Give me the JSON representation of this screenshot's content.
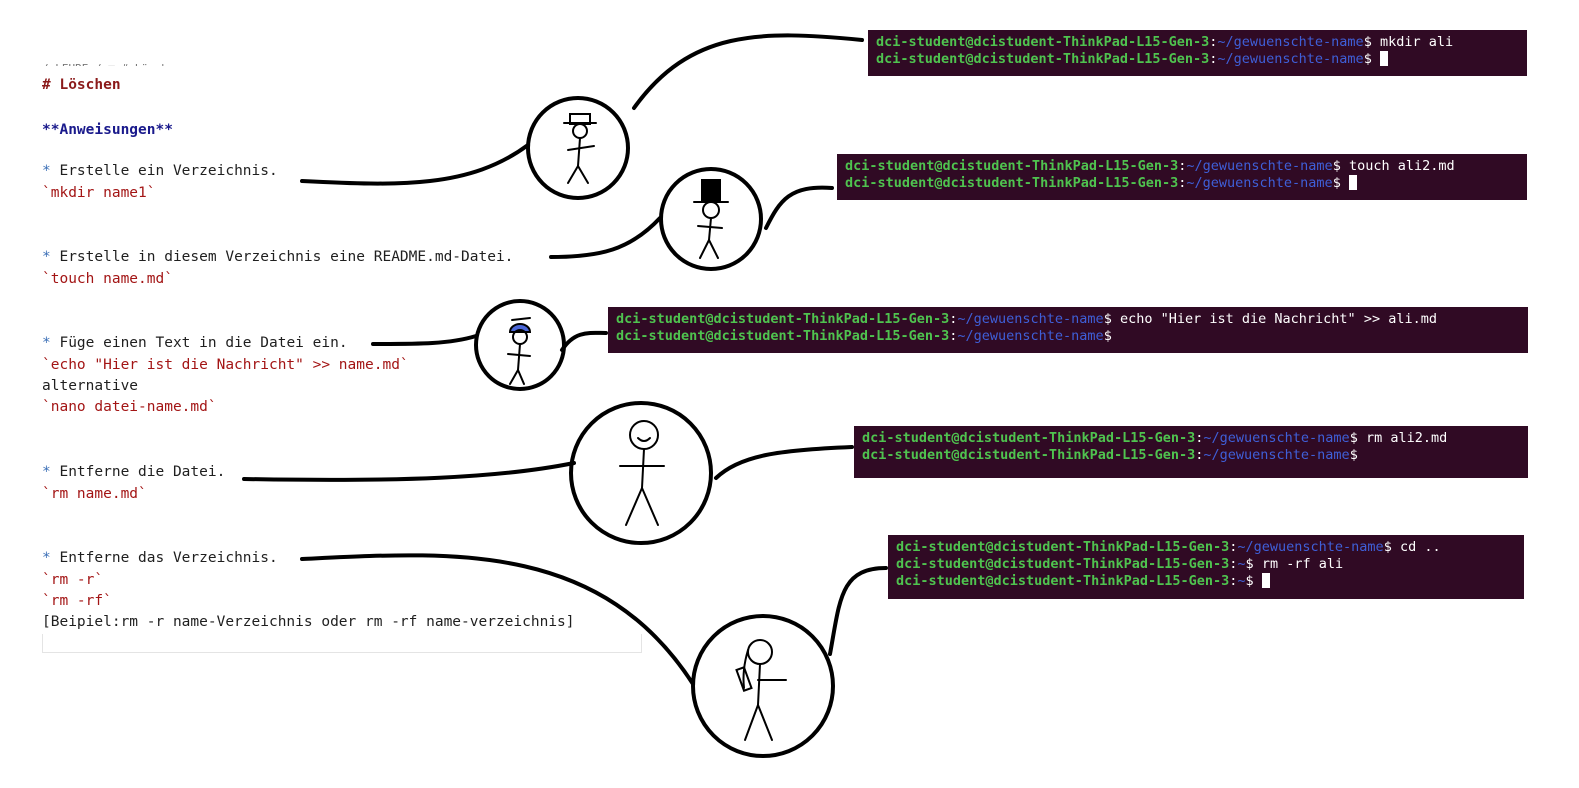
{
  "notes": {
    "breadcrumb": "/ LEHRE / ■ # Löschen",
    "heading": "# Löschen",
    "instructions_label": "**Anweisungen**",
    "steps": [
      {
        "bullet": "*",
        "text": "Erstelle ein Verzeichnis.",
        "code": "`mkdir name1`"
      },
      {
        "bullet": "*",
        "text": "Erstelle in diesem Verzeichnis eine README.md-Datei.",
        "code": "`touch name.md`"
      },
      {
        "bullet": "*",
        "text": "Füge einen Text in die Datei ein.",
        "code": "`echo \"Hier ist die Nachricht\" >> name.md`",
        "alt_label": "alternative",
        "alt_code": "`nano datei-name.md`"
      },
      {
        "bullet": "*",
        "text": "Entferne die Datei.",
        "code": "`rm name.md`"
      },
      {
        "bullet": "*",
        "text": "Entferne das Verzeichnis.",
        "code": "`rm -r`",
        "code2": "`rm -rf`",
        "example": "[Beipiel:rm -r name-Verzeichnis oder rm -rf name-verzeichnis]"
      }
    ]
  },
  "terminals": [
    {
      "lines": [
        {
          "user": "dci-student@dcistudent-ThinkPad-L15-Gen-3",
          "path": "~/gewuenschte-name",
          "prompt": "$",
          "cmd": "mkdir ali"
        },
        {
          "user": "dci-student@dcistudent-ThinkPad-L15-Gen-3",
          "path": "~/gewuenschte-name",
          "prompt": "$",
          "cmd": ""
        }
      ]
    },
    {
      "lines": [
        {
          "user": "dci-student@dcistudent-ThinkPad-L15-Gen-3",
          "path": "~/gewuenschte-name",
          "prompt": "$",
          "cmd": "touch ali2.md"
        },
        {
          "user": "dci-student@dcistudent-ThinkPad-L15-Gen-3",
          "path": "~/gewuenschte-name",
          "prompt": "$",
          "cmd": ""
        }
      ]
    },
    {
      "lines": [
        {
          "user": "dci-student@dcistudent-ThinkPad-L15-Gen-3",
          "path": "~/gewuenschte-name",
          "prompt": "$",
          "cmd": "echo \"Hier ist die Nachricht\" >> ali.md"
        },
        {
          "user": "dci-student@dcistudent-ThinkPad-L15-Gen-3",
          "path": "~/gewuenschte-name",
          "prompt": "$",
          "cmd": ""
        }
      ]
    },
    {
      "lines": [
        {
          "user": "dci-student@dcistudent-ThinkPad-L15-Gen-3",
          "path": "~/gewuenschte-name",
          "prompt": "$",
          "cmd": "rm ali2.md"
        },
        {
          "user": "dci-student@dcistudent-ThinkPad-L15-Gen-3",
          "path": "~/gewuenschte-name",
          "prompt": "$",
          "cmd": ""
        }
      ]
    },
    {
      "lines": [
        {
          "user": "dci-student@dcistudent-ThinkPad-L15-Gen-3",
          "path": "~/gewuenschte-name",
          "prompt": "$",
          "cmd": "cd .."
        },
        {
          "user": "dci-student@dcistudent-ThinkPad-L15-Gen-3",
          "path": "~",
          "prompt": "$",
          "cmd": "rm -rf ali"
        },
        {
          "user": "dci-student@dcistudent-ThinkPad-L15-Gen-3",
          "path": "~",
          "prompt": "$",
          "cmd": ""
        }
      ]
    }
  ],
  "colors": {
    "terminal_bg": "#300a24",
    "user": "#4fc34f",
    "path": "#3f5fd8",
    "heading": "#8b1a1a",
    "bold_label": "#1a1a8c",
    "code": "#a31515"
  }
}
